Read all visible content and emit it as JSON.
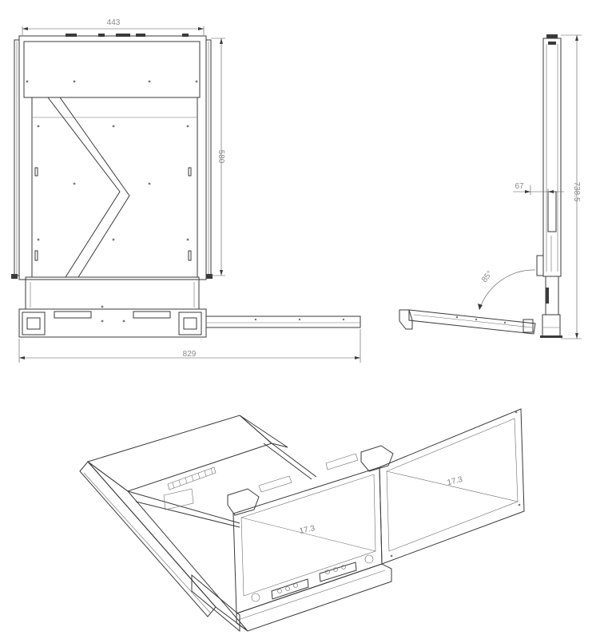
{
  "drawing": {
    "front_view": {
      "width_label": "443",
      "height_label": "580",
      "extended_width_label": "829"
    },
    "side_view": {
      "offset_label": "67",
      "height_label": "738.5",
      "angle_label": "85°"
    },
    "iso_view": {
      "left_screen_label": "17.3",
      "right_screen_label": "17.3"
    }
  }
}
